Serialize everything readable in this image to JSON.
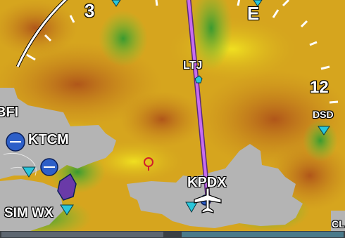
{
  "compass": {
    "heading_labels": [
      "3",
      "E",
      "12"
    ]
  },
  "waypoints": {
    "ltj": "LTJ",
    "dsd": "DSD",
    "bfi": "BFI",
    "ktcm": "KTCM",
    "kpdx": "KPDX",
    "sim_wx": "SIM WX",
    "cl": "CL"
  },
  "colors": {
    "route": "#c86cf0",
    "terrain_yellow": "#e0d21a",
    "terrain_orange": "#c46a16",
    "terrain_green": "#3c9e33",
    "water_gray": "#b4b4b4",
    "airport_blue": "#2d5fc8",
    "vor_cyan": "#29c6da",
    "ownship": "#ffffff"
  }
}
